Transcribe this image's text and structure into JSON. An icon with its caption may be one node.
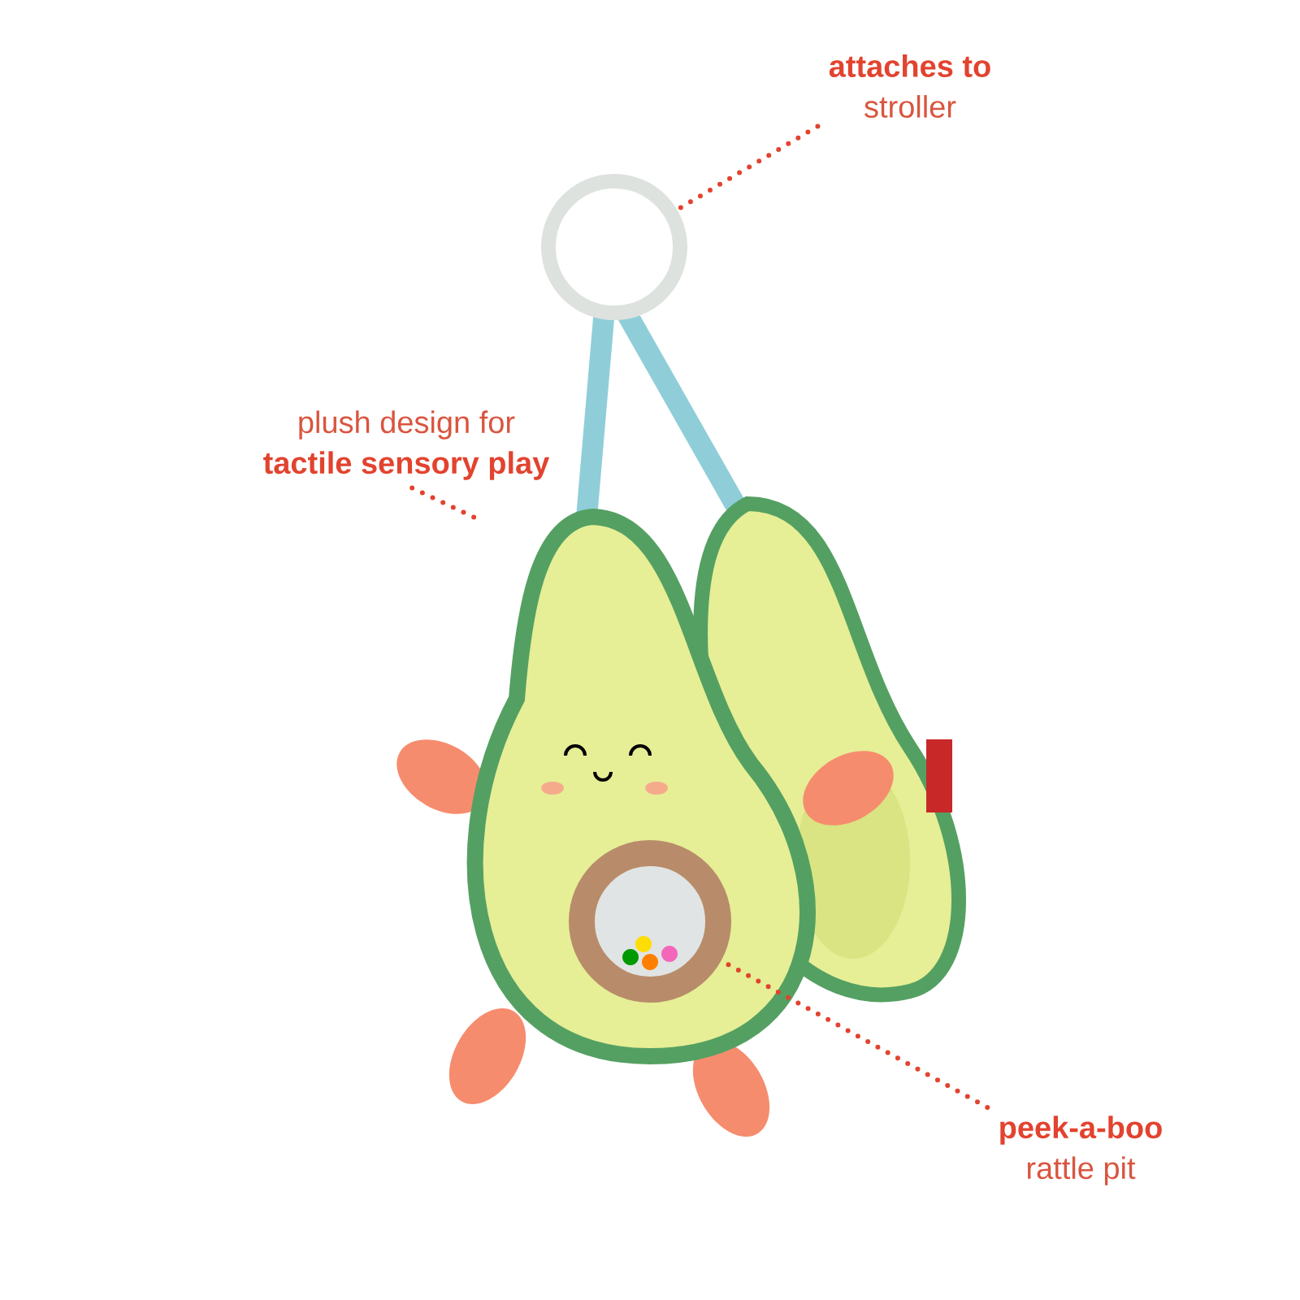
{
  "diagram": {
    "nodes": [
      {
        "text": [
          "attaches to",
          "stroller"
        ]
      },
      {
        "text": [],
        "shape": "circle"
      },
      {
        "text": [
          "plush design for",
          "tactile sensory play"
        ]
      },
      {
        "text": [],
        "shape": "picture"
      },
      {
        "text": [
          "peek-a-boo",
          "rattle pit"
        ]
      },
      {
        "text": [],
        "shape": "circle",
        "in": 3
      }
    ],
    "edges": [
      {
        "from": 0,
        "to": 1,
        "arrow": "none"
      },
      {
        "from": 2,
        "to": 3,
        "arrow": "none"
      },
      {
        "from": 4,
        "to": 5,
        "arrow": "none"
      }
    ]
  }
}
